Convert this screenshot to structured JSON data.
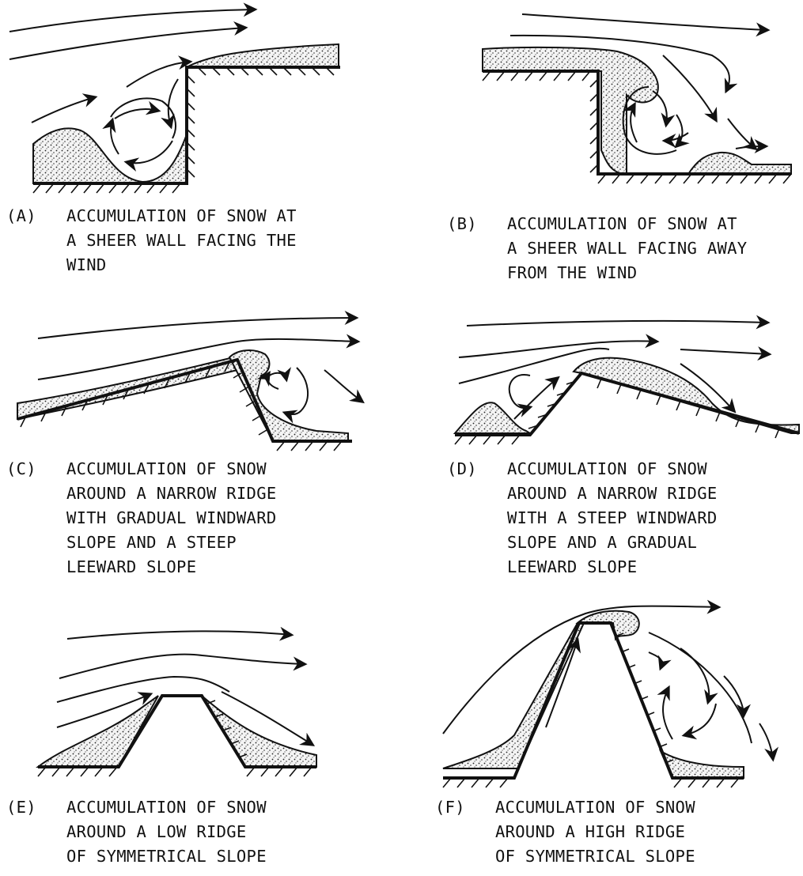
{
  "panels": [
    {
      "id": "A",
      "label": "(A)",
      "lines": [
        "ACCUMULATION OF SNOW AT",
        "A SHEER WALL FACING THE",
        "WIND"
      ]
    },
    {
      "id": "B",
      "label": "(B)",
      "lines": [
        "ACCUMULATION OF SNOW AT",
        "A SHEER WALL FACING AWAY",
        "FROM THE WIND"
      ]
    },
    {
      "id": "C",
      "label": "(C)",
      "lines": [
        "ACCUMULATION OF SNOW",
        "AROUND A NARROW RIDGE",
        "WITH GRADUAL WINDWARD",
        "SLOPE AND A STEEP",
        "LEEWARD SLOPE"
      ]
    },
    {
      "id": "D",
      "label": "(D)",
      "lines": [
        "ACCUMULATION OF SNOW",
        "AROUND A NARROW RIDGE",
        "WITH A STEEP WINDWARD",
        "SLOPE AND A GRADUAL",
        "LEEWARD SLOPE"
      ]
    },
    {
      "id": "E",
      "label": "(E)",
      "lines": [
        "ACCUMULATION OF SNOW",
        "AROUND A LOW RIDGE",
        "OF SYMMETRICAL SLOPE"
      ]
    },
    {
      "id": "F",
      "label": "(F)",
      "lines": [
        "ACCUMULATION OF SNOW",
        "AROUND A HIGH RIDGE",
        "OF SYMMETRICAL SLOPE"
      ]
    }
  ]
}
